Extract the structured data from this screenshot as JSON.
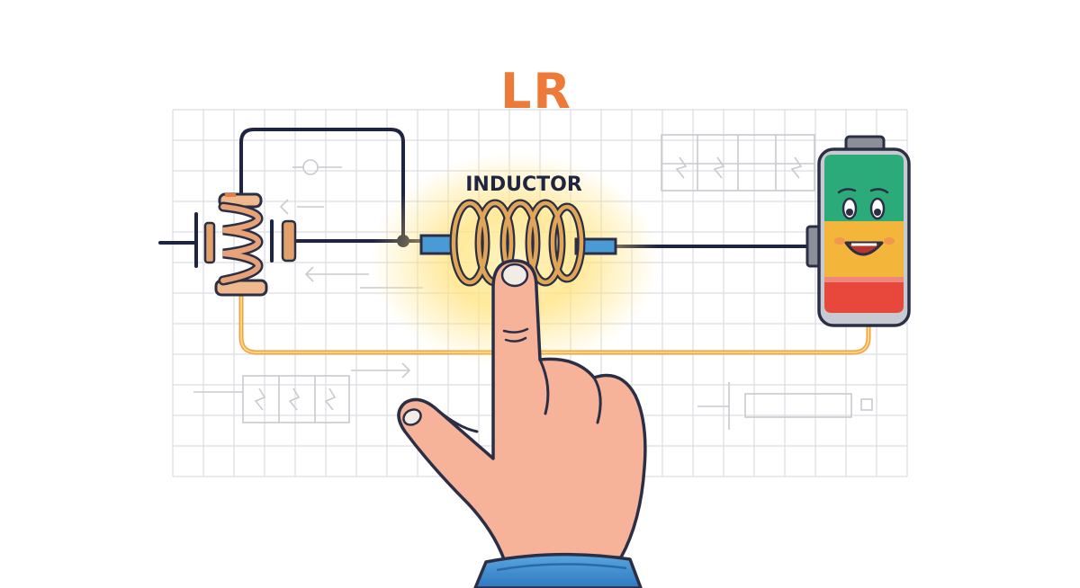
{
  "diagram": {
    "title": "LR",
    "labels": {
      "inductor": "INDUCTOR"
    }
  },
  "colors": {
    "title": "#ee7a3a",
    "wire_dark": "#1f2440",
    "wire_orange": "#f2a23a",
    "coil": "#d69a4a",
    "glow": "#ffe27a",
    "battery_green": "#2bab7a",
    "battery_yellow": "#f3b53a",
    "battery_red": "#e8473b",
    "skin": "#f7b39a",
    "sleeve": "#3f8fd2"
  },
  "icons": [
    "resistor-icon",
    "inductor-coil-icon",
    "battery-icon",
    "pointing-hand-icon",
    "faint-schematic-icons"
  ]
}
